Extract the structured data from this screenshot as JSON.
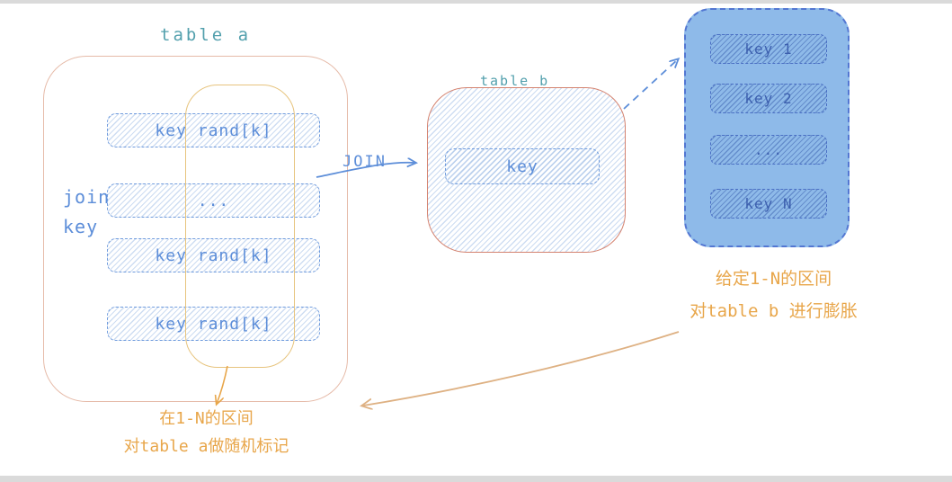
{
  "colors": {
    "table_title_teal": "#53a0ad",
    "blue_text": "#5d8ed9",
    "orange_text": "#e8a64a",
    "table_a_border": "#e6bba9",
    "table_b_border": "#d4826f",
    "row_border_blue": "#6f9bdd",
    "highlight_border_orange": "#e7c47e",
    "right_box_fill": "#8ebae9",
    "right_box_border": "#5377d2",
    "right_row_text": "#3c5fae",
    "long_arrow_tan": "#deb183"
  },
  "table_a": {
    "title": "table a",
    "side_label_line1": "join",
    "side_label_line2": "key",
    "rows": [
      "key rand[k]",
      "...",
      "key rand[k]",
      "key rand[k]"
    ],
    "annotation_line1": "在1-N的区间",
    "annotation_line2": "对table a做随机标记"
  },
  "join": {
    "label": "JOIN"
  },
  "table_b": {
    "title": "table b",
    "rows": [
      "key"
    ]
  },
  "expanded_table": {
    "rows": [
      "key 1",
      "key 2",
      "...",
      "key N"
    ],
    "annotation_line1": "给定1-N的区间",
    "annotation_line2": "对table b 进行膨胀"
  }
}
